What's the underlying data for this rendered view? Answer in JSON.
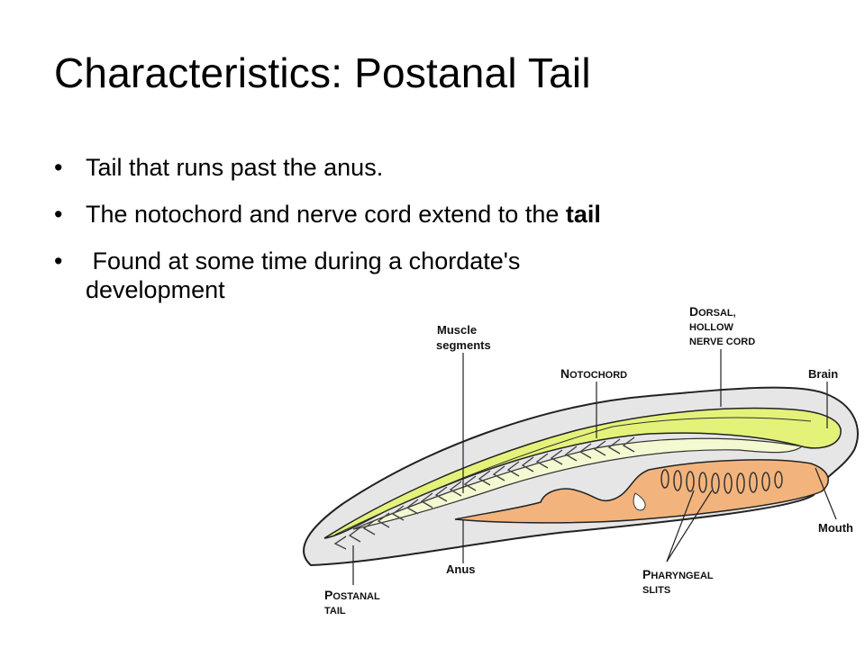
{
  "slide": {
    "title": "Characteristics: Postanal Tail",
    "bullets": [
      {
        "text": "Tail that runs past the anus."
      },
      {
        "text_before": "The notochord and nerve cord extend to the ",
        "emphasis": "tail"
      },
      {
        "text_line1": " Found at some time during a chordate's",
        "text_line2": "development"
      }
    ],
    "bullet_glyph": "•"
  },
  "diagram": {
    "labels": {
      "muscle_line1": "Muscle",
      "muscle_line2": "segments",
      "dorsal_line1_cap": "D",
      "dorsal_line1_rest": "ORSAL,",
      "dorsal_line2": "HOLLOW",
      "dorsal_line3": "NERVE CORD",
      "notochord_cap": "N",
      "notochord_rest": "OTOCHORD",
      "brain": "Brain",
      "mouth": "Mouth",
      "anus": "Anus",
      "pharyngeal_line1_cap": "P",
      "pharyngeal_line1_rest": "HARYNGEAL",
      "pharyngeal_line2": "SLITS",
      "postanal_line1_cap": "P",
      "postanal_line1_rest": "OSTANAL",
      "postanal_line2": "TAIL"
    },
    "colors": {
      "body": "#e6e6e6",
      "nerve_cord": "#e4f27a",
      "gut": "#f2b47c",
      "outline": "#222222"
    }
  }
}
